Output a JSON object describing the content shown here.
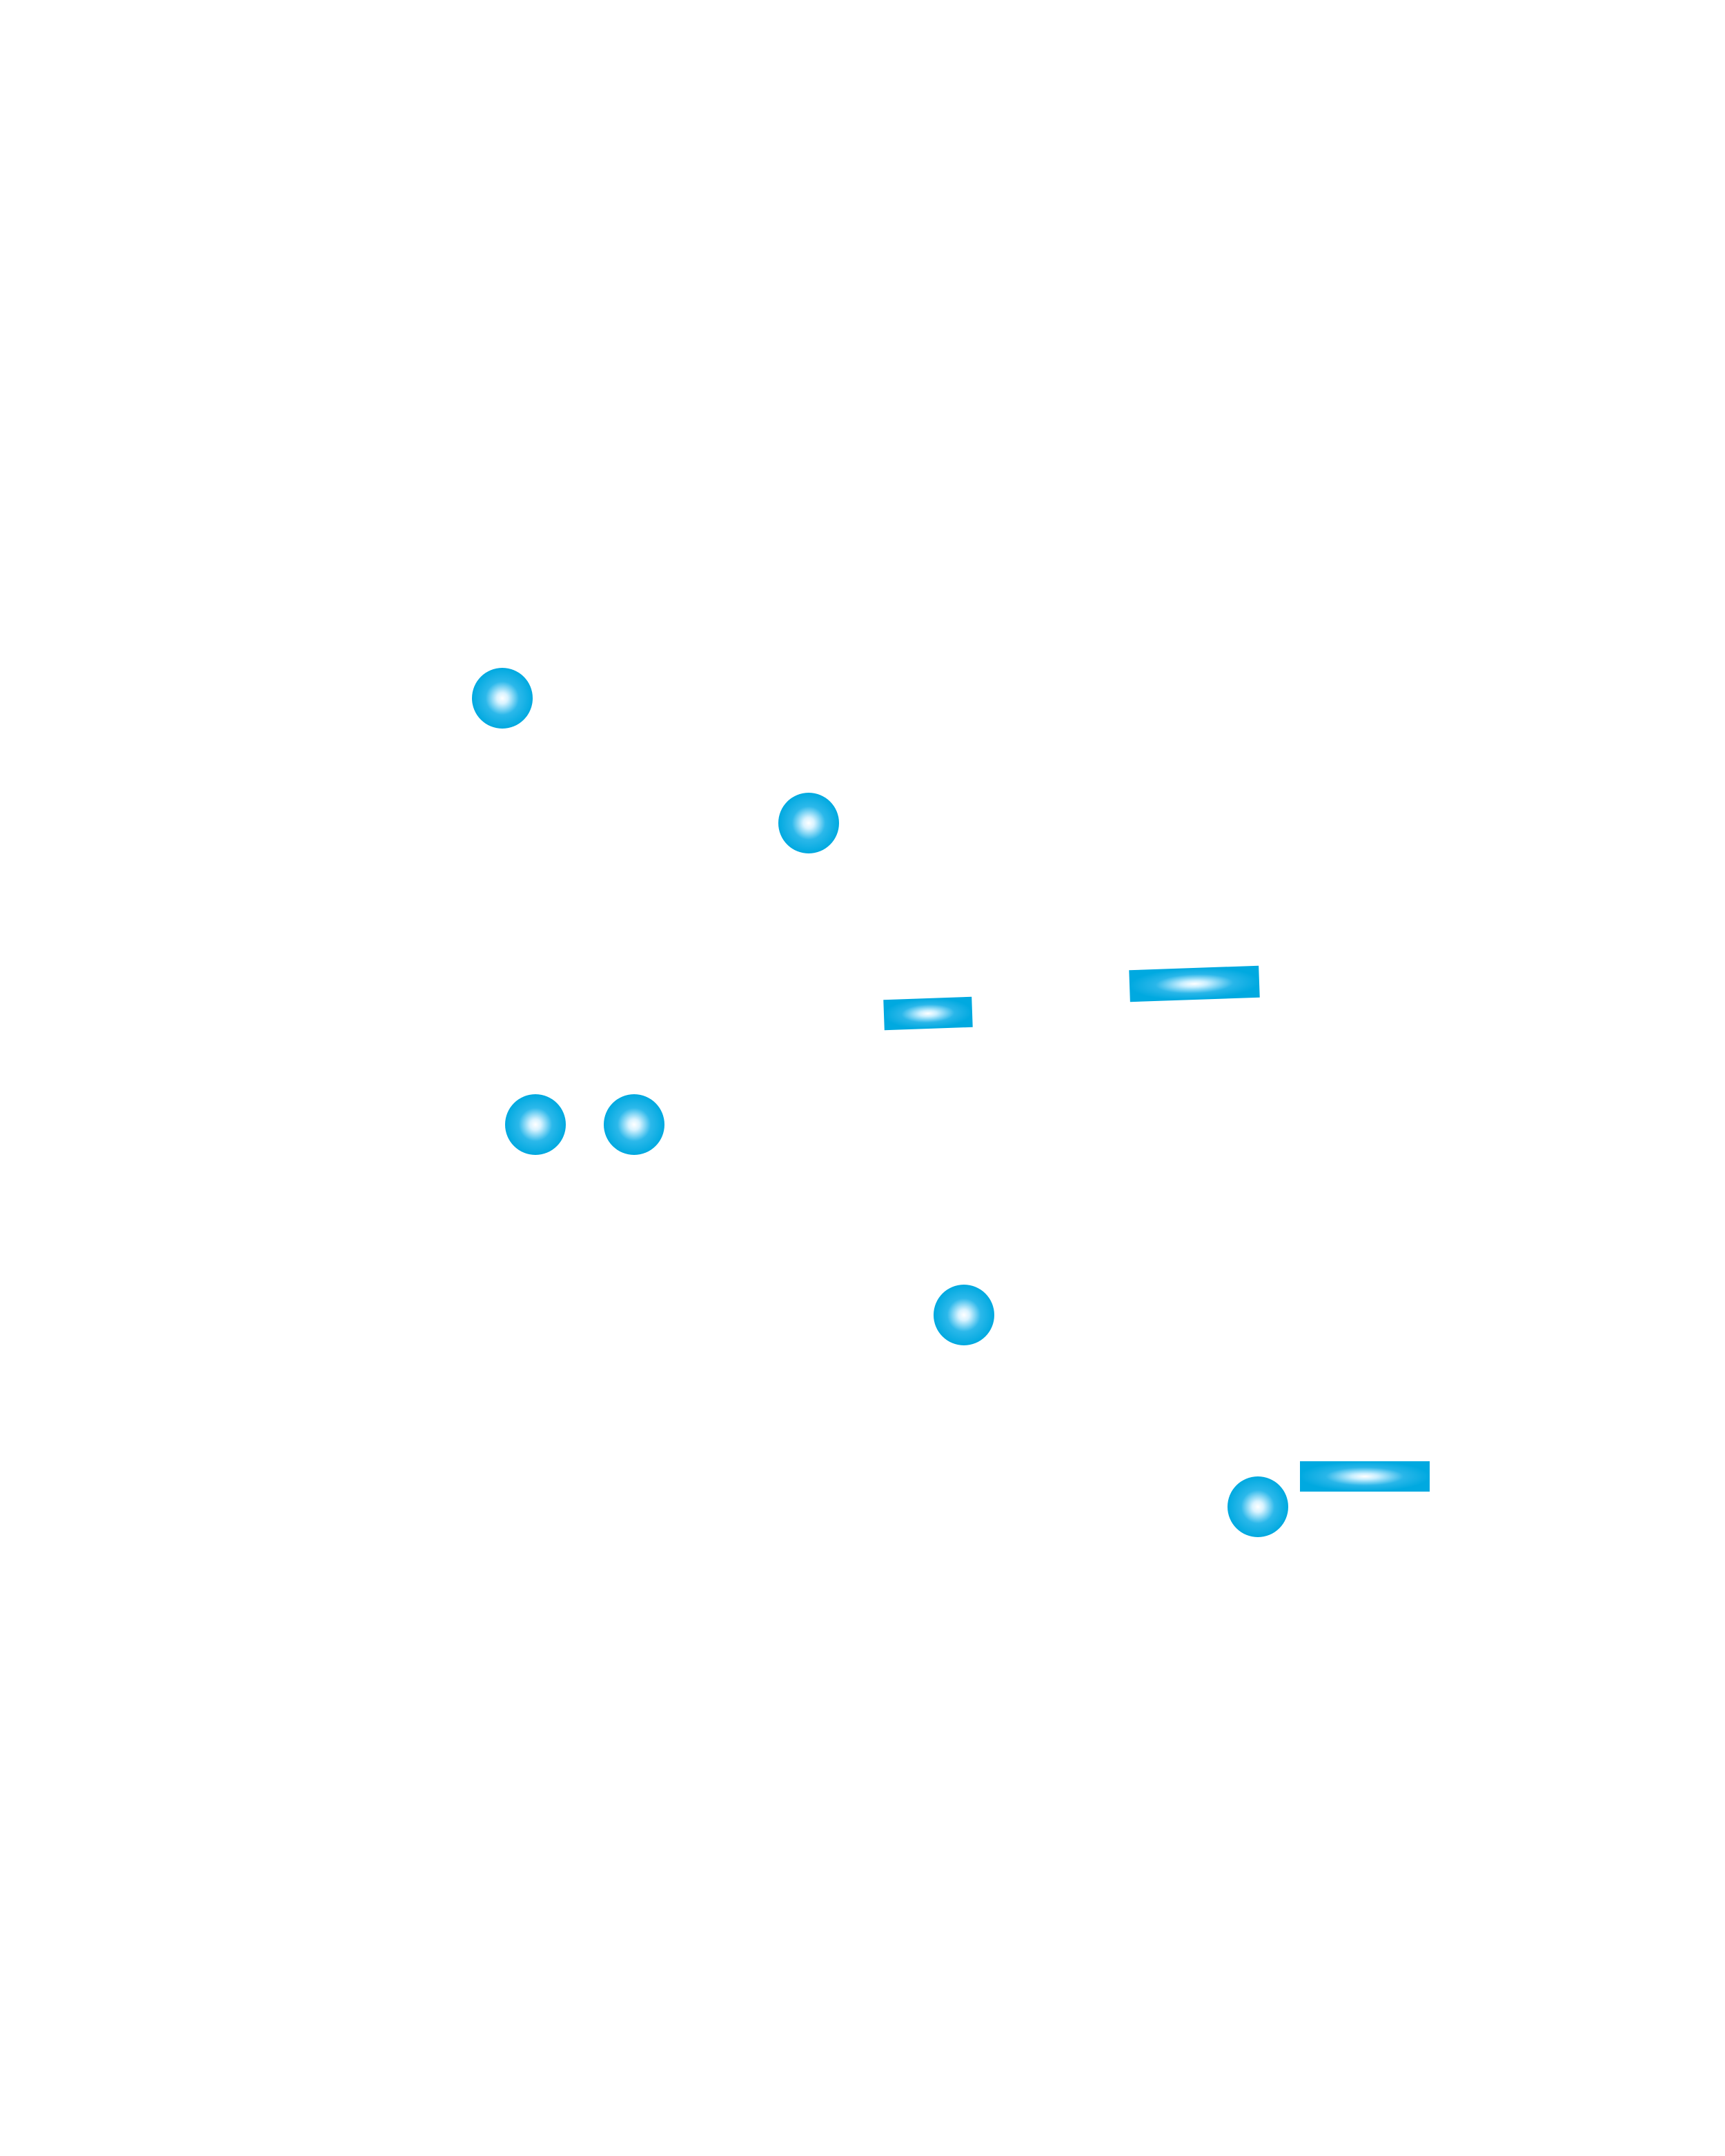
{
  "colors": {
    "background": "#ffffff",
    "marker": "#00a9e0",
    "marker_dark": "#0096d6",
    "highlight": "#ffffff"
  },
  "shapes": {
    "dot_markers": [
      "dot-1",
      "dot-2",
      "dot-3",
      "dot-4",
      "dot-5",
      "dot-6"
    ],
    "dash_markers": [
      "dash-1",
      "dash-2",
      "dash-3"
    ],
    "icon": "glowing-dot-icon"
  }
}
